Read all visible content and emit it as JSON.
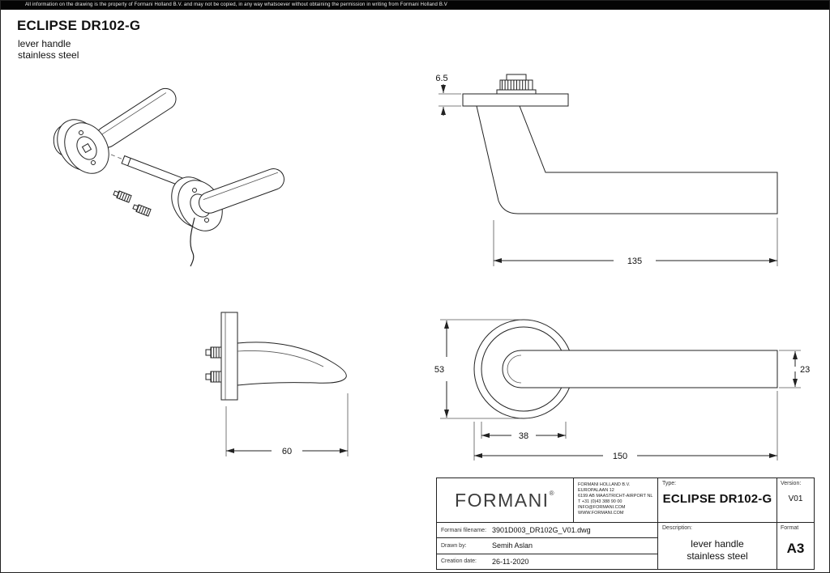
{
  "disclaimer": "All information on the drawing is the property of Formani Holland B.V.  and may not be copied, in any way whatsoever without obtaining the permission in writing from Formani Holland B.V",
  "header": {
    "title": "ECLIPSE DR102-G",
    "subtitle_line1": "lever handle",
    "subtitle_line2": "stainless steel"
  },
  "dimensions": {
    "plate_thickness": "6.5",
    "lever_length_side": "135",
    "projection": "60",
    "rose_diameter": "53",
    "rose_width": "38",
    "total_length": "150",
    "lever_height": "23"
  },
  "title_block": {
    "logo_text": "FORMANI",
    "logo_mark": "®",
    "company_info": [
      "FORMANI HOLLAND B.V.",
      "EUROPALAAN 12",
      "6199 AB MAASTRICHT-AIRPORT NL",
      "T +31 (0)43 388 90 00",
      "INFO@FORMANI.COM",
      "WWW.FORMANI.COM"
    ],
    "filename_label": "Formani filename:",
    "filename_value": "3901D003_DR102G_V01.dwg",
    "drawn_by_label": "Drawn by:",
    "drawn_by_value": "Semih Aslan",
    "creation_date_label": "Creation date:",
    "creation_date_value": "26-11-2020",
    "type_label": "Type:",
    "type_value": "ECLIPSE DR102-G",
    "version_label": "Version:",
    "version_value": "V01",
    "description_label": "Description:",
    "description_line1": "lever handle",
    "description_line2": "stainless steel",
    "format_label": "Format",
    "format_value": "A3"
  }
}
